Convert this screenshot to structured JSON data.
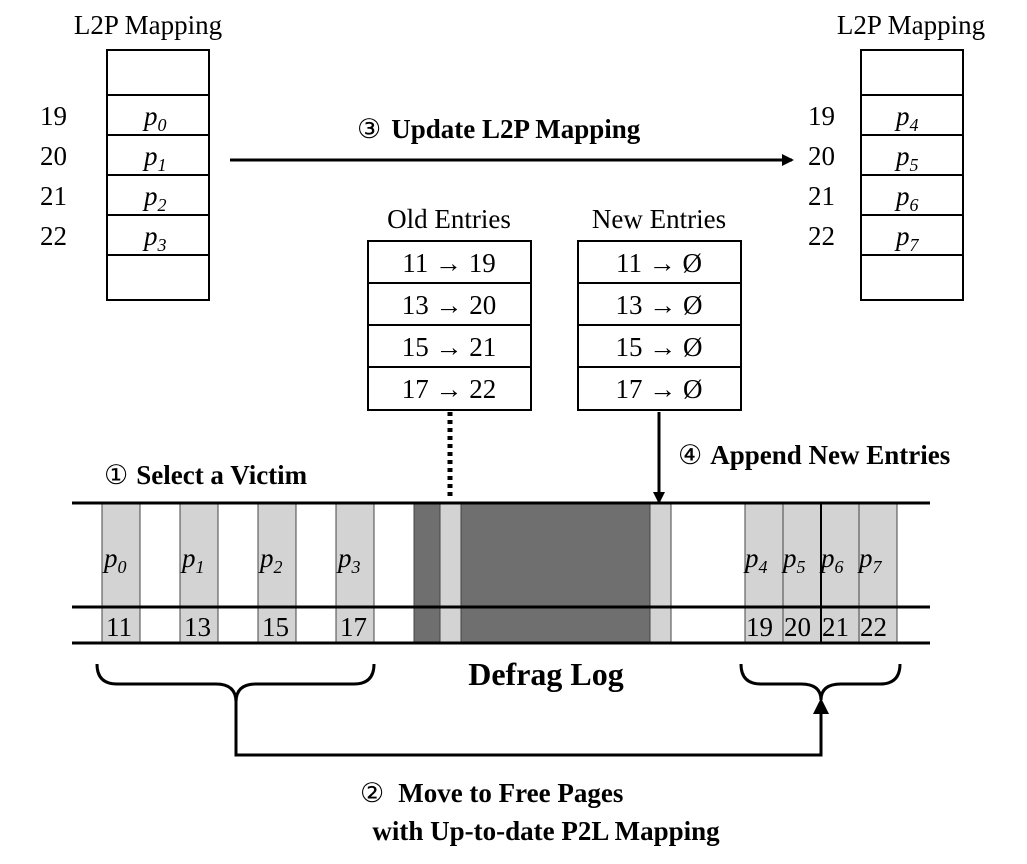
{
  "left_table": {
    "title": "L2P Mapping",
    "rows": [
      {
        "lpn": "19",
        "base": "p",
        "sub": "0"
      },
      {
        "lpn": "20",
        "base": "p",
        "sub": "1"
      },
      {
        "lpn": "21",
        "base": "p",
        "sub": "2"
      },
      {
        "lpn": "22",
        "base": "p",
        "sub": "3"
      }
    ]
  },
  "right_table": {
    "title": "L2P Mapping",
    "rows": [
      {
        "lpn": "19",
        "base": "p",
        "sub": "4"
      },
      {
        "lpn": "20",
        "base": "p",
        "sub": "5"
      },
      {
        "lpn": "21",
        "base": "p",
        "sub": "6"
      },
      {
        "lpn": "22",
        "base": "p",
        "sub": "7"
      }
    ]
  },
  "steps": {
    "step1": {
      "num": "①",
      "label": "Select a Victim"
    },
    "step2": {
      "num": "②",
      "line1": "Move to Free Pages",
      "line2": "with Up-to-date P2L Mapping"
    },
    "step3": {
      "num": "③",
      "label": "Update L2P Mapping"
    },
    "step4": {
      "num": "④",
      "label": "Append New Entries"
    }
  },
  "old_entries": {
    "title": "Old Entries",
    "rows": [
      "11 → 19",
      "13 → 20",
      "15 → 21",
      "17 → 22"
    ]
  },
  "new_entries": {
    "title": "New Entries",
    "rows": [
      "11 → Ø",
      "13 → Ø",
      "15 → Ø",
      "17 → Ø"
    ]
  },
  "defrag_log_label": "Defrag Log",
  "victim_pages": [
    {
      "base": "p",
      "sub": "0",
      "lpn": "11"
    },
    {
      "base": "p",
      "sub": "1",
      "lpn": "13"
    },
    {
      "base": "p",
      "sub": "2",
      "lpn": "15"
    },
    {
      "base": "p",
      "sub": "3",
      "lpn": "17"
    }
  ],
  "free_pages": [
    {
      "base": "p",
      "sub": "4",
      "lpn": "19"
    },
    {
      "base": "p",
      "sub": "5",
      "lpn": "20"
    },
    {
      "base": "p",
      "sub": "6",
      "lpn": "21"
    },
    {
      "base": "p",
      "sub": "7",
      "lpn": "22"
    }
  ],
  "colors": {
    "page_fill": "#d3d3d3",
    "log_fill": "#6f6f6f",
    "line": "#000000"
  }
}
